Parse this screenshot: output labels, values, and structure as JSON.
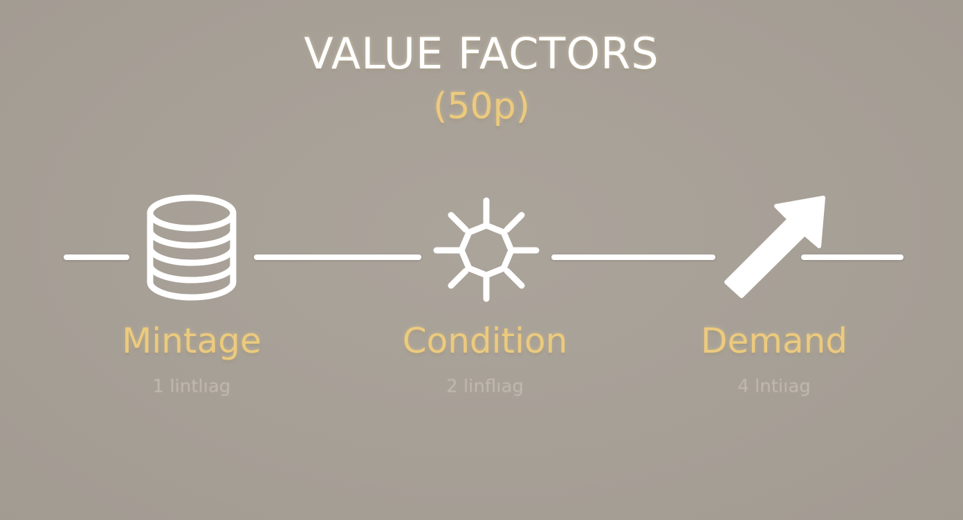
{
  "title": "VALUE FACTORS",
  "subtitle": "(50p)",
  "colors": {
    "background": "#a9a299",
    "line": "#ffffff",
    "accent": "#ecca7e",
    "caption": "#c4bdb4"
  },
  "factors": [
    {
      "label": "Mintage",
      "caption": "1 lintlıag",
      "icon": "coin-stack-icon"
    },
    {
      "label": "Condition",
      "caption": "2 linflıag",
      "icon": "sun-gear-icon"
    },
    {
      "label": "Demand",
      "caption": "4 lntiıag",
      "icon": "arrow-up-right-icon"
    }
  ]
}
